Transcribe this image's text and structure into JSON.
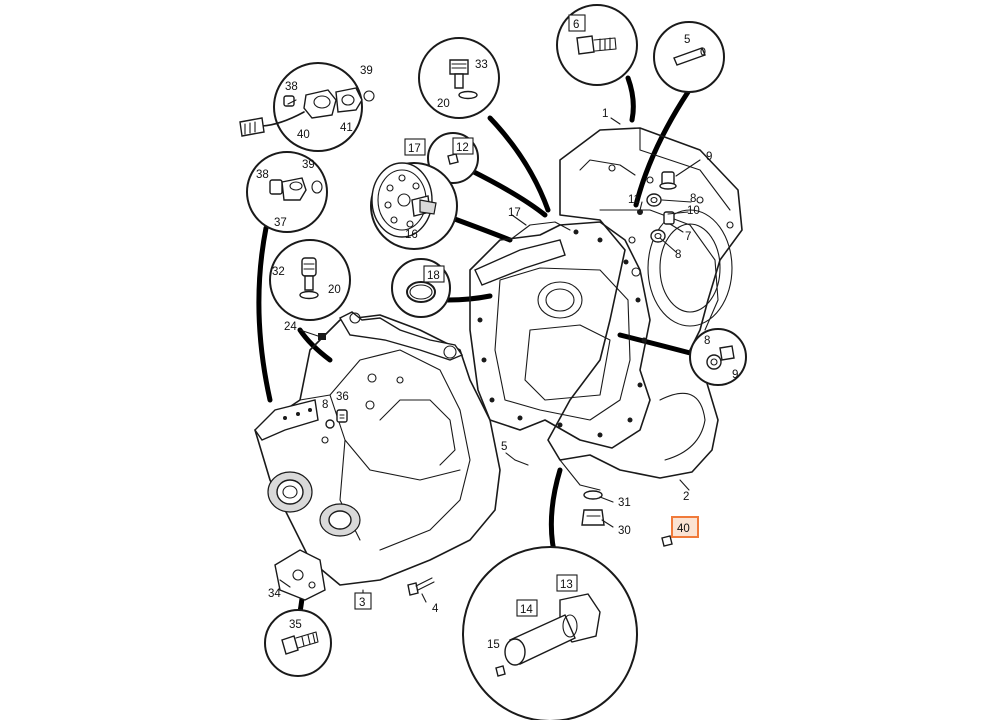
{
  "diagram": {
    "highlight_color": "#f07a3a",
    "ink_color": "#1a1a1a",
    "callouts": {
      "c1": "1",
      "c2": "2",
      "c3": "3",
      "c4": "4",
      "c5_top": "5",
      "c5_mid": "5",
      "c6": "6",
      "c7": "7",
      "c8_a": "8",
      "c8_b": "8",
      "c8_c": "8",
      "c8_d": "8",
      "c9_a": "9",
      "c9_b": "9",
      "c10": "10",
      "c11": "11",
      "c12": "12",
      "c13": "13",
      "c14": "14",
      "c15": "15",
      "c16": "16",
      "c17_a": "17",
      "c17_b": "17",
      "c18": "18",
      "c20_a": "20",
      "c20_b": "20",
      "c24": "24",
      "c30": "30",
      "c31": "31",
      "c32": "32",
      "c33": "33",
      "c34": "34",
      "c35": "35",
      "c36": "36",
      "c37": "37",
      "c38_a": "38",
      "c38_b": "38",
      "c39_a": "39",
      "c39_b": "39",
      "c40_a": "40",
      "c40_highlight": "40",
      "c41": "41"
    }
  }
}
